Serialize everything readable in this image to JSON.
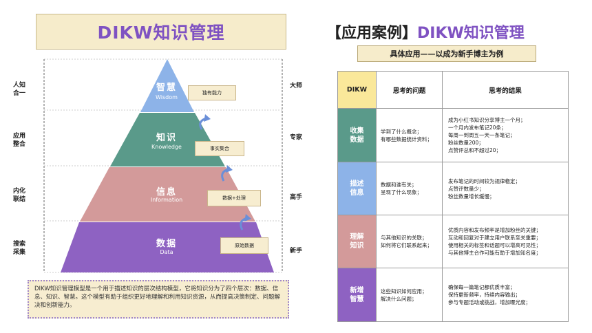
{
  "left": {
    "title": "DIKW知识管理",
    "side_labels": [
      "人知\n合一",
      "应用\n整合",
      "内化\n联结",
      "搜索\n采集"
    ],
    "roles": [
      "大师",
      "专家",
      "高手",
      "新手"
    ],
    "layers": [
      {
        "cn": "智慧",
        "en": "Wisdom",
        "tag": "独有能力",
        "color": "#8db3e8"
      },
      {
        "cn": "知识",
        "en": "Knowledge",
        "tag": "事实集合",
        "color": "#5a9a8a"
      },
      {
        "cn": "信息",
        "en": "Information",
        "tag": "数据+处理",
        "color": "#d39a9a"
      },
      {
        "cn": "数据",
        "en": "Data",
        "tag": "原始数据",
        "color": "#8e62c2"
      }
    ],
    "description": "DIKW知识管理模型是一个用于描述知识的层次结构模型，它将知识分为了四个层次：数据、信息、知识、智慧。这个模型有助于组织更好地理解和利用知识资源，从而提高决策制定、问题解决和创新能力。"
  },
  "right": {
    "title_prefix": "【应用案例】",
    "title_highlight": "DIKW知识管理",
    "subtitle": "具体应用——以成为新手博主为例",
    "headers": [
      "DIKW",
      "思考的问题",
      "思考的结果"
    ],
    "rows": [
      {
        "category": "收集\n数据",
        "color": "#5a9a8a",
        "questions": [
          "学到了什么概念；",
          "有哪些数据统计资料；"
        ],
        "results": [
          "成为小红书知识分享博主一个月；",
          "一个月内发布笔记20条；",
          "每周一到周五一天一条笔记；",
          "粉丝数量200；",
          "点赞评总和不超过20；"
        ]
      },
      {
        "category": "描述\n信息",
        "color": "#8db3e8",
        "questions": [
          "数据和谁有关；",
          "呈现了什么现象；"
        ],
        "results": [
          "发布笔记的时间较为规律稳定；",
          "点赞评数量少；",
          "粉丝数量增长缓慢；"
        ]
      },
      {
        "category": "理解\n知识",
        "color": "#d39a9a",
        "questions": [
          "与其他知识的关联；",
          "如何将它们联系起来；"
        ],
        "results": [
          "优质内容和发布频率是增加粉丝的关键；",
          "互动和回复对于建立用户联系至关重要；",
          "使用相关的标签和话题可以增高可见性；",
          "与其他博主合作可能有助于增加知名度；"
        ]
      },
      {
        "category": "新增\n智慧",
        "color": "#8e62c2",
        "questions": [
          "这些知识如何应用；",
          "解决什么问题；"
        ],
        "results": [
          "确保每一篇笔记都优质丰富；",
          "保持更新频率，持续内容输出；",
          "参与专题活动或挑战，增加曝光度；"
        ]
      }
    ]
  }
}
